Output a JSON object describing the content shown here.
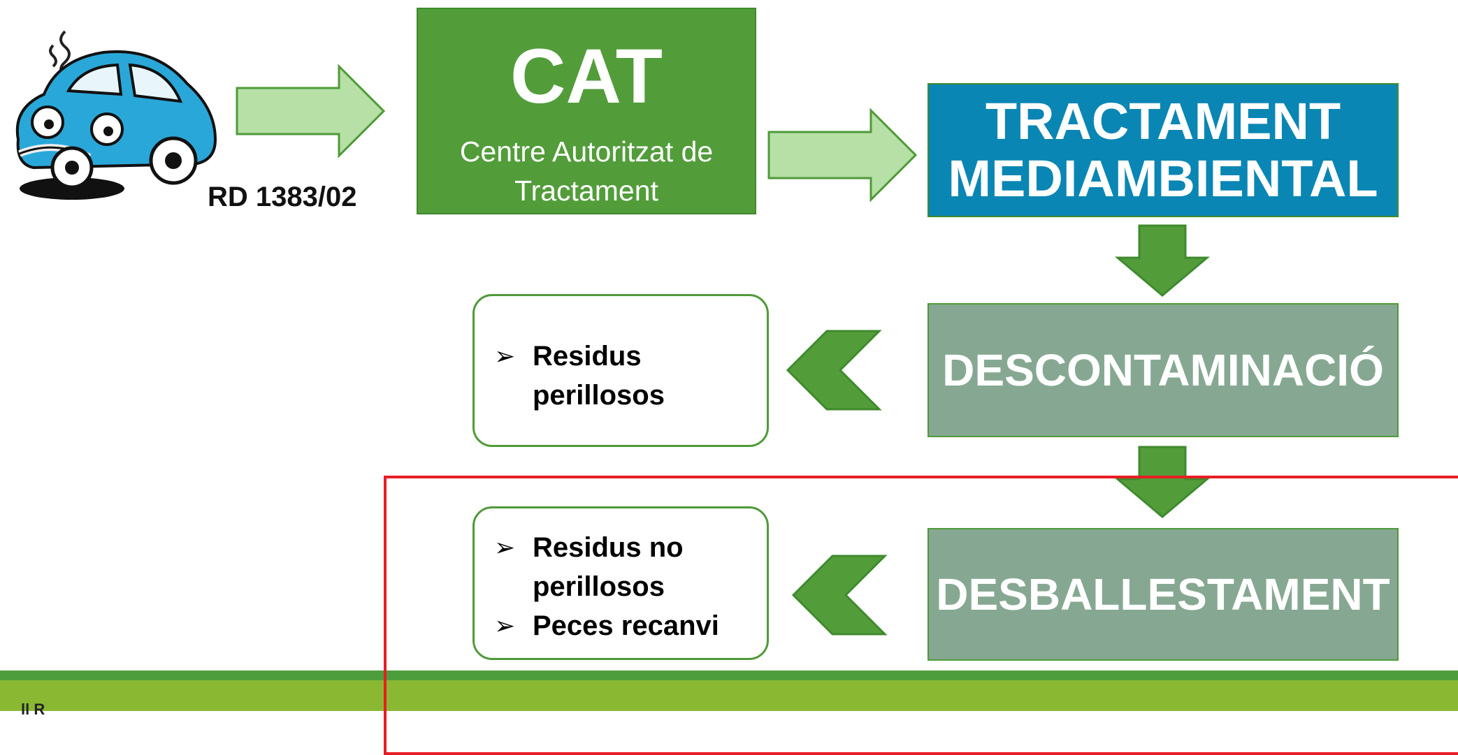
{
  "cat_box": {
    "title": "CAT",
    "subtitle": "Centre Autoritzat de Tractament"
  },
  "reference": "RD 1383/02",
  "treatment": {
    "title": "TRACTAMENT MEDIAMBIENTAL"
  },
  "stages": [
    {
      "label": "DESCONTAMINACIÓ",
      "outputs": [
        "Residus perillosos"
      ]
    },
    {
      "label": "DESBALLESTAMENT",
      "outputs": [
        "Residus no perillosos",
        "Peces recanvi"
      ]
    }
  ],
  "bullet_symbol": "➢",
  "footer_text": "ll R",
  "colors": {
    "green_dark": "#529d3a",
    "green_light_arrow": "#b6e0a6",
    "blue_box": "#0a86b4",
    "stage_box": "#86a892",
    "footer_green": "#8bb832",
    "highlight_red": "#e81d24",
    "car_blue": "#2aa7d9"
  },
  "icons": [
    "broken-car-icon",
    "right-arrow-icon",
    "down-arrow-icon",
    "left-chevron-icon"
  ]
}
